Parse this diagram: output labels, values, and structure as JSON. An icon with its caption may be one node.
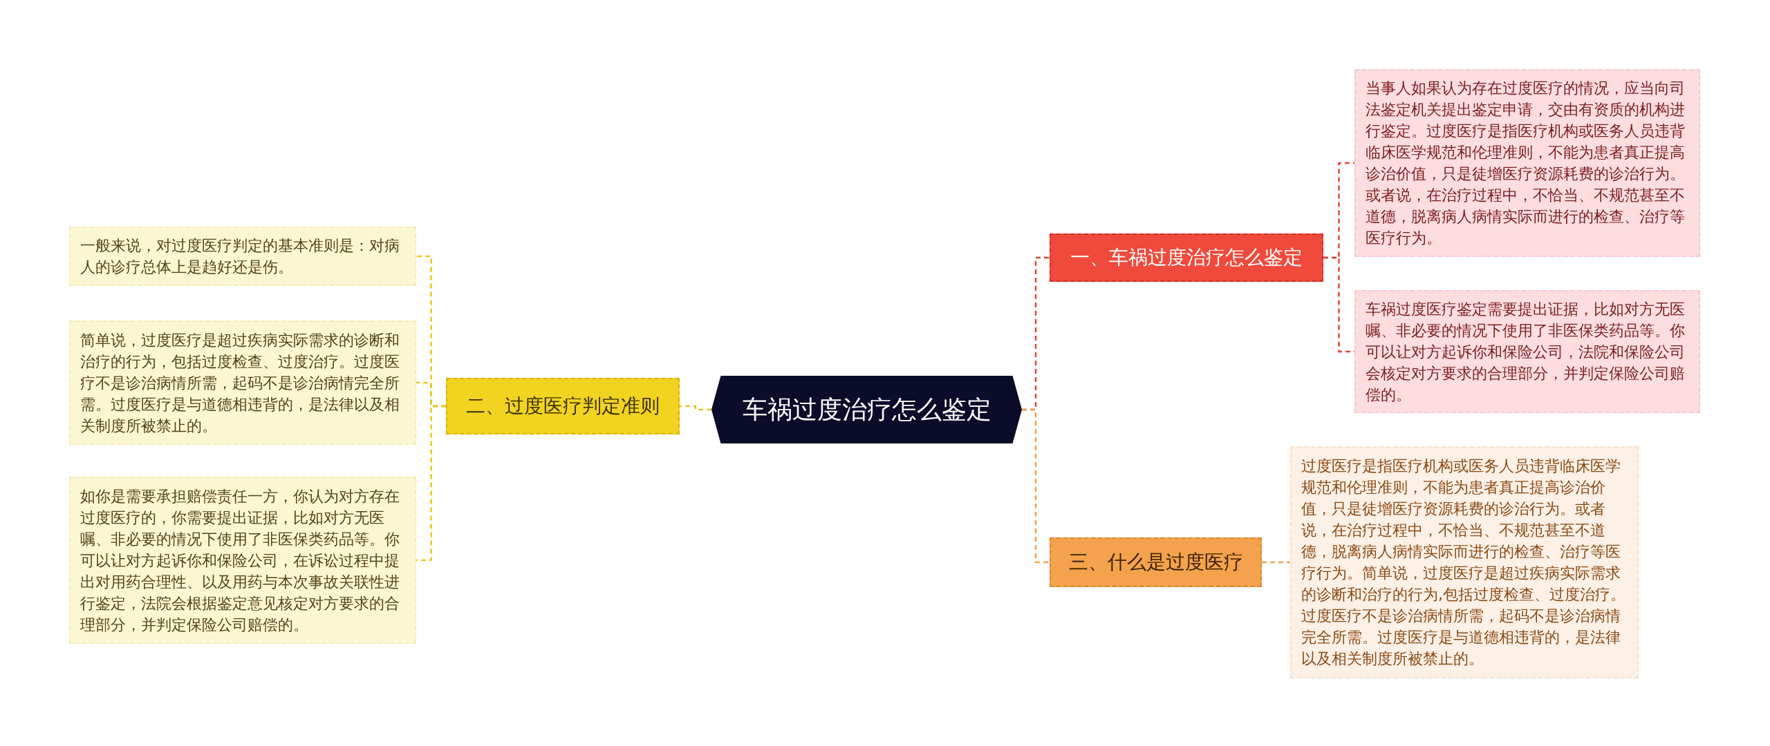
{
  "diagram": {
    "nodes": [
      {
        "text": [
          "车祸过度治疗怎么鉴定"
        ]
      },
      {
        "text": [
          "一、车祸过度治疗怎么鉴定"
        ]
      },
      {
        "text": [
          "当事人如果认为存在过度医疗的情况，应当向司法鉴定机关提出鉴定申请，交由有资质的机构进行鉴定。过度医疗是指医疗机构或医务人员违背临床医学规范和伦理准则，不能为患者真正提高诊治价值，只是徒增医疗资源耗费的诊治行为。或者说，在治疗过程中，不恰当、不规范甚至不道德，脱离病人病情实际而进行的检查、治疗等医疗行为。"
        ]
      },
      {
        "text": [
          "车祸过度医疗鉴定需要提出证据，比如对方无医嘱、非必要的情况下使用了非医保类药品等。你可以让对方起诉你和保险公司，法院和保险公司会核定对方要求的合理部分，并判定保险公司赔偿的。"
        ]
      },
      {
        "text": [
          "二、过度医疗判定准则"
        ]
      },
      {
        "text": [
          "一般来说，对过度医疗判定的基本准则是：对病人的诊疗总体上是趋好还是伤。"
        ]
      },
      {
        "text": [
          "简单说，过度医疗是超过疾病实际需求的诊断和治疗的行为，包括过度检查、过度治疗。过度医疗不是诊治病情所需，起码不是诊治病情完全所需。过度医疗是与道德相违背的，是法律以及相关制度所被禁止的。"
        ]
      },
      {
        "text": [
          "如你是需要承担赔偿责任一方，你认为对方存在过度医疗的，你需要提出证据，比如对方无医嘱、非必要的情况下使用了非医保类药品等。你可以让对方起诉你和保险公司，在诉讼过程中提出对用药合理性、以及用药与本次事故关联性进行鉴定，法院会根据鉴定意见核定对方要求的合理部分，并判定保险公司赔偿的。"
        ]
      },
      {
        "text": [
          "三、什么是过度医疗"
        ]
      },
      {
        "text": [
          "过度医疗是指医疗机构或医务人员违背临床医学规范和伦理准则，不能为患者真正提高诊治价值，只是徒增医疗资源耗费的诊治行为。或者说，在治疗过程中，不恰当、不规范甚至不道德，脱离病人病情实际而进行的检查、治疗等医疗行为。简单说，过度医疗是超过疾病实际需求的诊断和治疗的行为,包括过度检查、过度治疗。过度医疗不是诊治病情所需，起码不是诊治病情完全所需。过度医疗是与道德相违背的，是法律以及相关制度所被禁止的。"
        ]
      }
    ],
    "edges": [
      {
        "from": 0,
        "to": 1,
        "arrow": "none",
        "color": "#e0453a"
      },
      {
        "from": 1,
        "to": 2,
        "arrow": "none",
        "color": "#e0453a"
      },
      {
        "from": 1,
        "to": 3,
        "arrow": "none",
        "color": "#e0453a"
      },
      {
        "from": 0,
        "to": 4,
        "arrow": "none"
      },
      {
        "from": 4,
        "to": 5,
        "arrow": "none"
      },
      {
        "from": 4,
        "to": 6,
        "arrow": "none"
      },
      {
        "from": 4,
        "to": 7,
        "arrow": "none"
      },
      {
        "from": 0,
        "to": 8,
        "arrow": "none",
        "color": "#f0a050"
      },
      {
        "from": 8,
        "to": 9,
        "arrow": "none",
        "color": "#f0a050"
      }
    ]
  }
}
